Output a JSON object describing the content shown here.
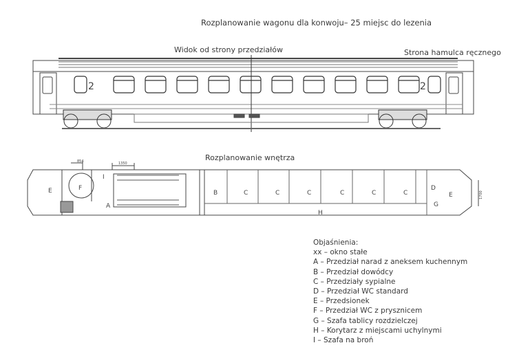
{
  "title": "Rozplanowanie wagonu dla konwoju– 25 miejsc do lezenia",
  "side_view": {
    "title": "Widok od strony przedziałów",
    "right_label": "Strona hamulca ręcznego",
    "class_mark": "2"
  },
  "interior": {
    "title": "Rozplanowanie wnętrza",
    "dimensions": {
      "shower": "854",
      "table": "1350",
      "vestibule": "1700"
    },
    "zone_labels": {
      "E": "E",
      "F": "F",
      "I": "I",
      "A": "A",
      "B": "B",
      "C": "C",
      "D": "D",
      "G": "G",
      "H": "H"
    }
  },
  "legend": {
    "title": "Objaśnienia:",
    "items": [
      "xx – okno stałe",
      "A – Przedział narad z aneksem kuchennym",
      "B – Przedział dowódcy",
      "C – Przedziały sypialne",
      "D – Przedział WC standard",
      "E – Przedsionek",
      "F – Przedział WC z prysznicem",
      "G – Szafa tablicy rozdzielczej",
      "H – Korytarz z miejscami uchylnymi",
      "I – Szafa na broń"
    ]
  }
}
